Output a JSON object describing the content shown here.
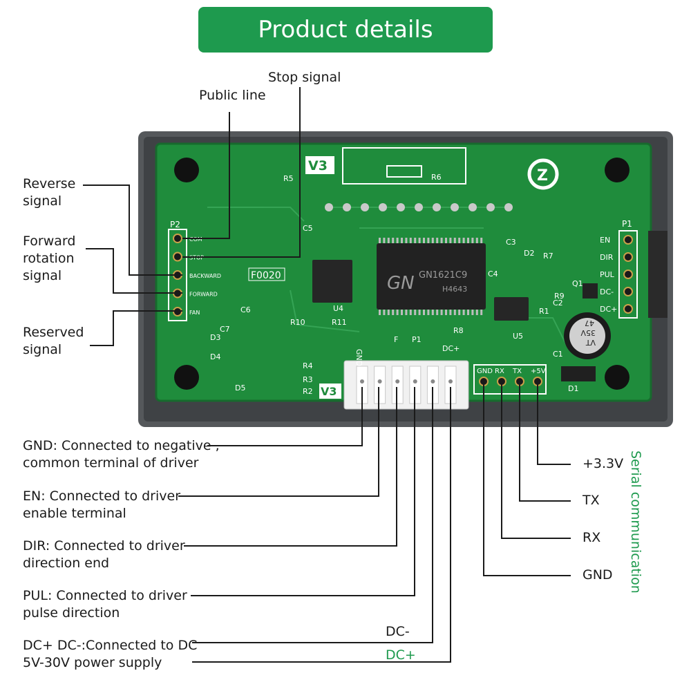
{
  "title": "Product details",
  "top_callouts": {
    "stop_signal": "Stop signal",
    "public_line": "Public line"
  },
  "left_callouts": {
    "reverse": [
      "Reverse",
      "signal"
    ],
    "forward": [
      "Forward",
      "rotation",
      "signal"
    ],
    "reserved": [
      "Reserved",
      "signal"
    ]
  },
  "bottom_callouts": {
    "gnd": [
      "GND: Connected to negative ,",
      "common terminal of driver"
    ],
    "en": [
      "EN: Connected to driver",
      "enable terminal"
    ],
    "dir": [
      "DIR: Connected to driver",
      "direction end"
    ],
    "pul": [
      "PUL: Connected to driver",
      "pulse direction"
    ],
    "dc": [
      "DC+ DC-:Connected to DC",
      "5V-30V power supply"
    ],
    "dc_minus": "DC-",
    "dc_plus": "DC+"
  },
  "serial_callouts": {
    "v33": "+3.3V",
    "tx": "TX",
    "rx": "RX",
    "gnd": "GND",
    "group_label": "Serial communication"
  },
  "board": {
    "version": "V3",
    "version_bottom": "V3",
    "model": "F0020",
    "chip_brand": "GN",
    "chip_part": "GN1621C9",
    "chip_sub": "H4643",
    "cap_text": [
      "47",
      "35V",
      "VT"
    ],
    "p2": "P2",
    "p1": "P1",
    "p2_pins": [
      "COM",
      "STOP",
      "BACKWARD",
      "FORWARD",
      "FAN"
    ],
    "p1_pins": [
      "EN",
      "DIR",
      "PUL",
      "DC-",
      "DC+"
    ],
    "serial_header": [
      "GND",
      "RX",
      "TX",
      "+5V"
    ],
    "bottom_silk": [
      "GND",
      "F",
      "P1",
      "DC+"
    ],
    "refs": [
      "R5",
      "R6",
      "C5",
      "C3",
      "D2",
      "R7",
      "C4",
      "R1",
      "R9",
      "C2",
      "Q1",
      "U4",
      "U5",
      "R10",
      "R11",
      "R8",
      "C7",
      "C6",
      "D3",
      "D4",
      "D5",
      "R4",
      "R3",
      "R2",
      "C1",
      "D1"
    ]
  },
  "colors": {
    "brand_green": "#1e9a4e",
    "pcb_green": "#1f8c3c",
    "enclosure": "#5a5d60",
    "line": "#1a1a1a"
  }
}
